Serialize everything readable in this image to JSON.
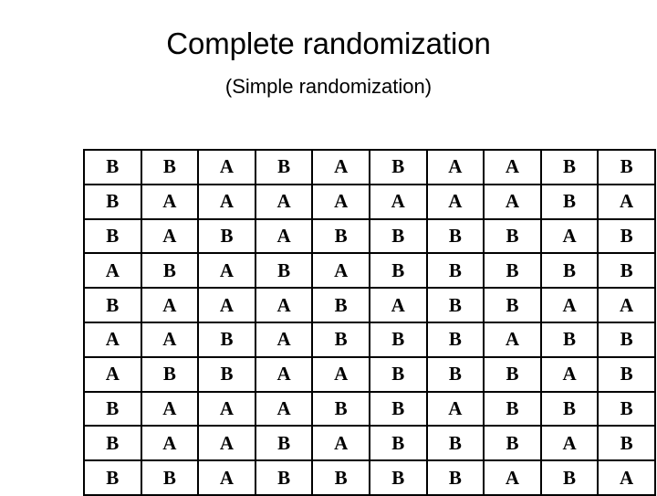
{
  "slide": {
    "title": "Complete randomization",
    "subtitle": "(Simple randomization)",
    "background_color": "#ffffff",
    "text_color": "#000000"
  },
  "table": {
    "border_color": "#000000",
    "rows": 10,
    "columns": 10,
    "cells": [
      [
        "B",
        "B",
        "A",
        "B",
        "A",
        "B",
        "A",
        "A",
        "B",
        "B"
      ],
      [
        "B",
        "A",
        "A",
        "A",
        "A",
        "A",
        "A",
        "A",
        "B",
        "A"
      ],
      [
        "B",
        "A",
        "B",
        "A",
        "B",
        "B",
        "B",
        "B",
        "A",
        "B"
      ],
      [
        "A",
        "B",
        "A",
        "B",
        "A",
        "B",
        "B",
        "B",
        "B",
        "B"
      ],
      [
        "B",
        "A",
        "A",
        "A",
        "B",
        "A",
        "B",
        "B",
        "A",
        "A"
      ],
      [
        "A",
        "A",
        "B",
        "A",
        "B",
        "B",
        "B",
        "A",
        "B",
        "B"
      ],
      [
        "A",
        "B",
        "B",
        "A",
        "A",
        "B",
        "B",
        "B",
        "A",
        "B"
      ],
      [
        "B",
        "A",
        "A",
        "A",
        "B",
        "B",
        "A",
        "B",
        "B",
        "B"
      ],
      [
        "B",
        "A",
        "A",
        "B",
        "A",
        "B",
        "B",
        "B",
        "A",
        "B"
      ],
      [
        "B",
        "B",
        "A",
        "B",
        "B",
        "B",
        "B",
        "A",
        "B",
        "A"
      ]
    ]
  }
}
